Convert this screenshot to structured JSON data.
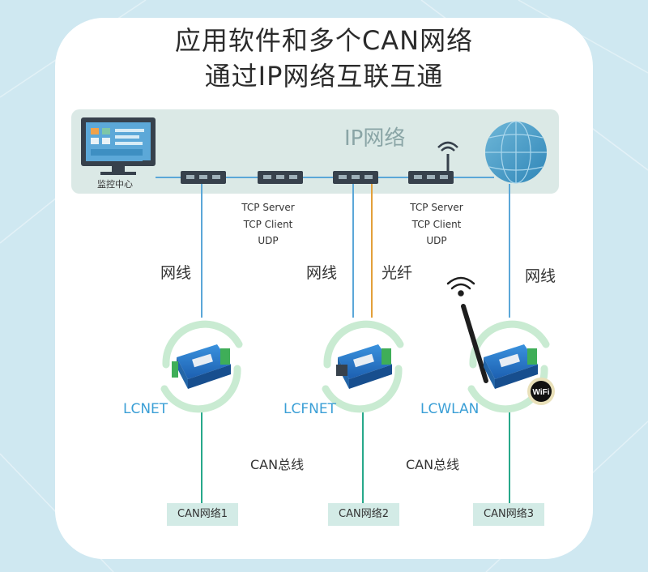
{
  "title": {
    "line1": "应用软件和多个CAN网络",
    "line2": "通过IP网络互联互通"
  },
  "ip_network": {
    "label": "IP网络"
  },
  "monitor": {
    "label": "监控中心"
  },
  "protocols": {
    "left": [
      "TCP Server",
      "TCP Client",
      "UDP"
    ],
    "right": [
      "TCP Server",
      "TCP Client",
      "UDP"
    ]
  },
  "links": {
    "cable_1": "网线",
    "cable_2": "网线",
    "fiber": "光纤",
    "cable_3": "网线"
  },
  "devices": [
    {
      "label": "LCNET"
    },
    {
      "label": "LCFNET"
    },
    {
      "label": "LCWLAN"
    }
  ],
  "wifi_badge": "WiFi",
  "bus_labels": [
    "CAN总线",
    "CAN总线"
  ],
  "networks": [
    "CAN网络1",
    "CAN网络2",
    "CAN网络3"
  ],
  "colors": {
    "background": "#cfe8f1",
    "ip_panel": "#dbe9e6",
    "ethernet_line": "#5ba7d8",
    "fiber_line": "#e3a03a",
    "can_line": "#27a88a",
    "device_label": "#3b9fd6",
    "network_box": "#d3ebe6"
  }
}
